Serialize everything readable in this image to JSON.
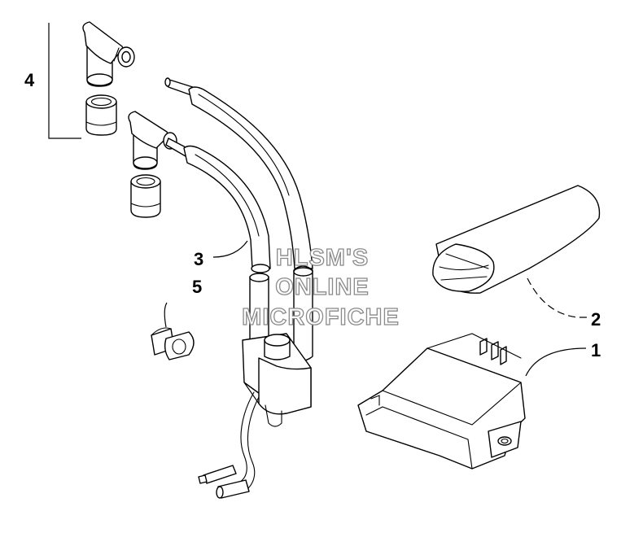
{
  "callouts": {
    "c1": "1",
    "c2": "2",
    "c3": "3",
    "c4": "4",
    "c5": "5"
  },
  "watermark": {
    "line1": "HLSM'S",
    "line2": "ONLINE",
    "line3": "MICROFICHE"
  }
}
